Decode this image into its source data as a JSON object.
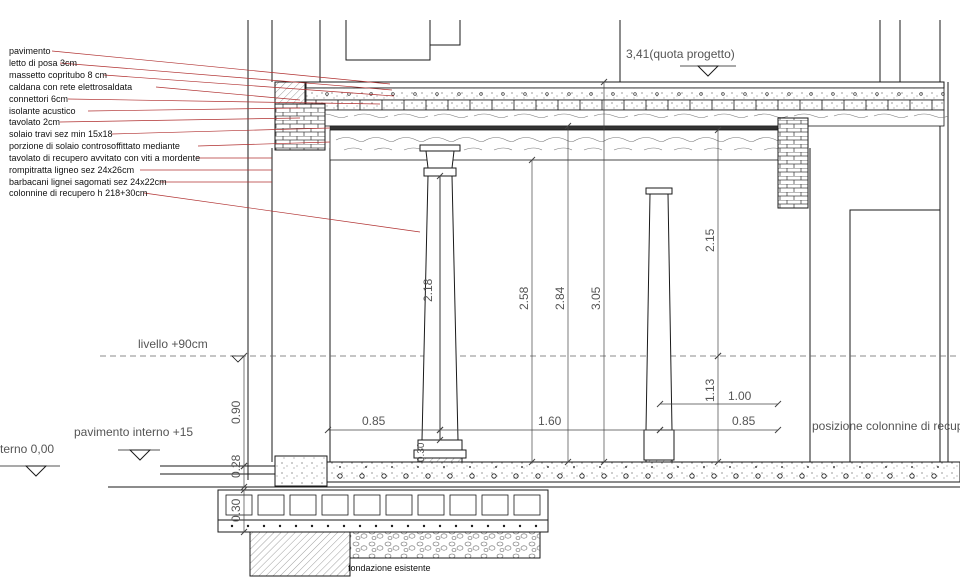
{
  "layer_labels": [
    "pavimento",
    "letto di posa 3cm",
    "massetto copritubo 8 cm",
    "caldana con rete elettrosaldata",
    "connettori 6cm",
    "isolante acustico",
    "tavolato 2cm",
    "solaio travi sez min 15x18",
    "porzione di solaio controsoffittato mediante",
    "tavolato di recupero avvitato con viti a mordente",
    "rompitratta ligneo sez 24x26cm",
    "barbacani lignei sagomati sez 24x22cm",
    "colonnine di recupero h 218+30cm"
  ],
  "level_labels": {
    "project": "3,41(quota progetto)",
    "level90": "livello +90cm",
    "floor_inside": "pavimento interno +15",
    "ext_floor": "terno 0,00",
    "column_position": "posizione colonnine di recup",
    "foundation": "fondazione esistente"
  },
  "dimensions": {
    "d085_left": "0.85",
    "d160": "1.60",
    "d085_right": "0.85",
    "d100": "1.00",
    "d113": "1.13",
    "d215": "2.15",
    "d218": "2.18",
    "d258": "2.58",
    "d284": "2.84",
    "d305": "3.05",
    "d090": "0.90",
    "d028": "0.28",
    "d030_base": "0.30",
    "d030_col": "0.30"
  },
  "colors": {
    "line": "#1a1a1a",
    "leader": "#b03030",
    "dim": "#444444",
    "hatch": "#555555"
  }
}
